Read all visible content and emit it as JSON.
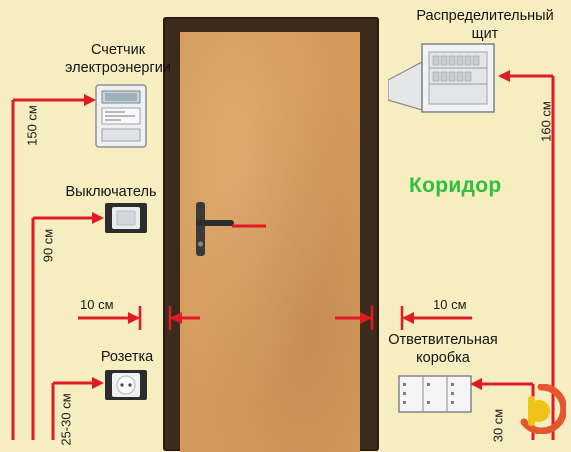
{
  "labels": {
    "meter": [
      "Счетчик",
      "электроэнергии"
    ],
    "panel": [
      "Распределительный",
      "щит"
    ],
    "switch": "Выключатель",
    "socket": "Розетка",
    "junction": [
      "Ответвительная",
      "коробка"
    ],
    "corridor": "Коридор"
  },
  "dimensions": {
    "meter_height": "150 см",
    "switch_height": "90 см",
    "socket_height": "25-30 см",
    "panel_height": "160 см",
    "junction_height": "30 см",
    "left_gap": "10 см",
    "right_gap": "10 см"
  },
  "colors": {
    "wall": "#f6eec0",
    "door": "#d39a5c",
    "frame": "#3c2a1d",
    "wire": "#e01b24",
    "corridor_text": "#2fbf3a"
  },
  "icons": [
    "electricity-meter-icon",
    "light-switch-icon",
    "power-socket-icon",
    "distribution-panel-icon",
    "junction-box-icon",
    "door-handle-icon",
    "logo-icon"
  ]
}
